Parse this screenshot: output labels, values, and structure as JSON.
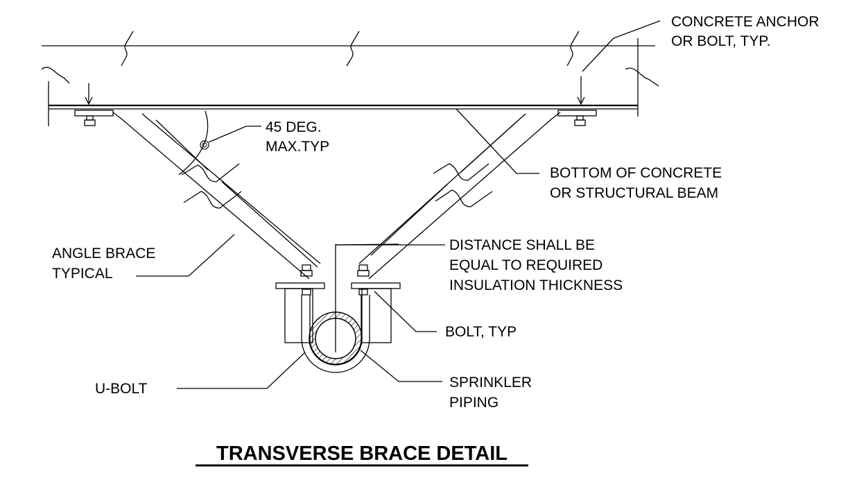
{
  "title": "TRANSVERSE BRACE DETAIL",
  "callouts": {
    "anchor": [
      "CONCRETE ANCHOR",
      "OR BOLT, TYP."
    ],
    "angle": [
      "45 DEG.",
      "MAX.TYP"
    ],
    "beam": [
      "BOTTOM OF CONCRETE",
      "OR STRUCTURAL BEAM"
    ],
    "brace": [
      "ANGLE BRACE",
      "TYPICAL"
    ],
    "distance": [
      "DISTANCE SHALL BE",
      "EQUAL TO REQUIRED",
      "INSULATION THICKNESS"
    ],
    "bolt": [
      "BOLT, TYP"
    ],
    "ubolt": [
      "U-BOLT"
    ],
    "piping": [
      "SPRINKLER",
      "PIPING"
    ]
  }
}
